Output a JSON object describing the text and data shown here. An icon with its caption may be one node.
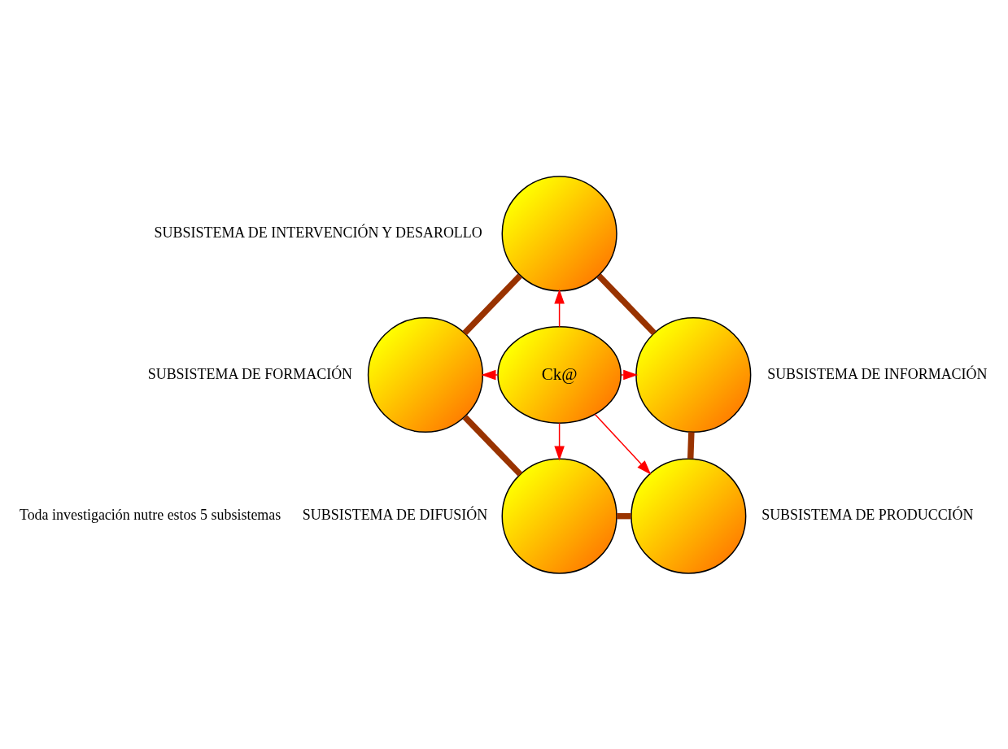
{
  "diagram": {
    "nodes": [
      {
        "text": [],
        "shape": "circle",
        "beside": [
          "SUBSISTEMA DE INTERVENCIÓN Y DESAROLLO"
        ]
      },
      {
        "text": [],
        "shape": "circle",
        "beside": [
          "SUBSISTEMA DE FORMACIÓN"
        ]
      },
      {
        "text": [
          "Ck@"
        ]
      },
      {
        "text": [],
        "shape": "circle",
        "beside": [
          "SUBSISTEMA DE INFORMACIÓN"
        ]
      },
      {
        "text": [],
        "shape": "circle",
        "beside": [
          "SUBSISTEMA DE DIFUSIÓN"
        ]
      },
      {
        "text": [],
        "shape": "circle",
        "beside": [
          "SUBSISTEMA DE PRODUCCIÓN"
        ]
      }
    ],
    "edges": [
      {
        "from": 1,
        "to": 0,
        "arrow": "none",
        "style": "thick",
        "color": "#993300"
      },
      {
        "from": 0,
        "to": 3,
        "arrow": "none",
        "style": "thick",
        "color": "#993300"
      },
      {
        "from": 1,
        "to": 4,
        "arrow": "none",
        "style": "thick",
        "color": "#993300"
      },
      {
        "from": 3,
        "to": 5,
        "arrow": "none",
        "style": "thick",
        "color": "#993300"
      },
      {
        "from": 4,
        "to": 5,
        "arrow": "none",
        "style": "thick",
        "color": "#993300"
      },
      {
        "from": 2,
        "to": 0,
        "arrow": "to",
        "color": "#ff0000"
      },
      {
        "from": 2,
        "to": 1,
        "arrow": "to",
        "color": "#ff0000"
      },
      {
        "from": 2,
        "to": 3,
        "arrow": "to",
        "color": "#ff0000"
      },
      {
        "from": 2,
        "to": 4,
        "arrow": "to",
        "color": "#ff0000"
      },
      {
        "from": 2,
        "to": 5,
        "arrow": "to",
        "color": "#ff0000"
      }
    ],
    "labels": [
      "Toda investigación nutre estos 5 subsistemas"
    ]
  }
}
